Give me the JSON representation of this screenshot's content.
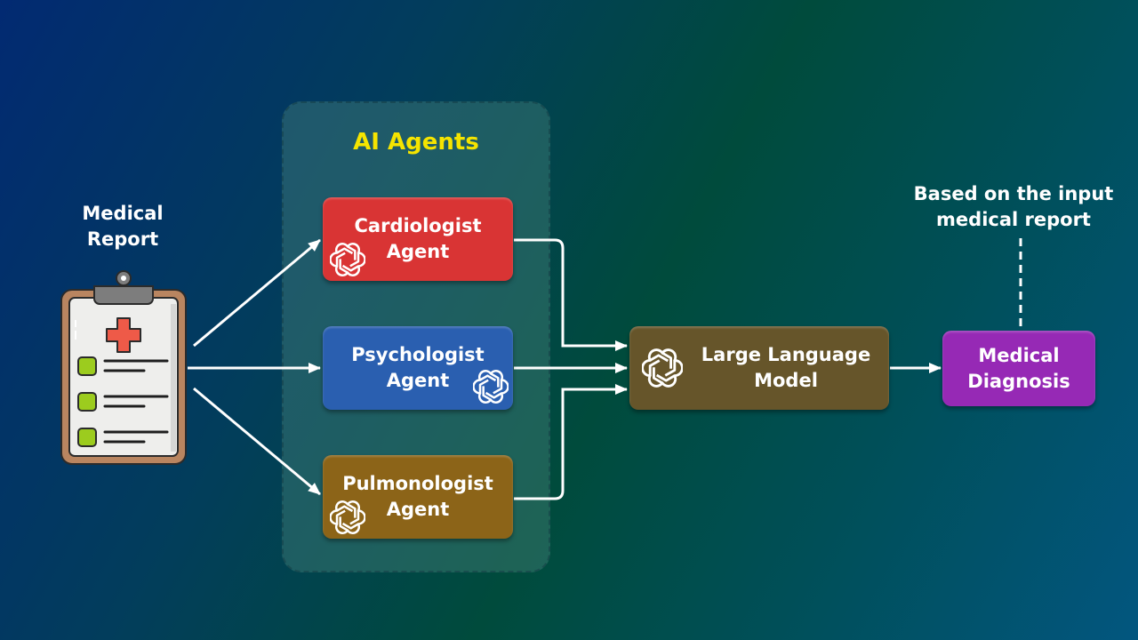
{
  "diagram": {
    "input": {
      "label": "Medical\nReport",
      "icon": "clipboard-medical-icon"
    },
    "group": {
      "title": "AI Agents"
    },
    "agents": [
      {
        "label": "Cardiologist\nAgent",
        "color": "#d93434",
        "icon": "openai-logo-icon"
      },
      {
        "label": "Psychologist\nAgent",
        "color": "#2a5fb0",
        "icon": "openai-logo-icon"
      },
      {
        "label": "Pulmonologist\nAgent",
        "color": "#8c6418",
        "icon": "openai-logo-icon"
      }
    ],
    "llm": {
      "label": "Large Language\nModel",
      "color": "#66552a",
      "icon": "openai-logo-icon"
    },
    "output": {
      "label": "Medical\nDiagnosis",
      "color": "#9629b5"
    },
    "annotation": {
      "label": "Based on the input\nmedical report"
    },
    "edges": [
      {
        "from": "Medical Report",
        "to": "Cardiologist Agent"
      },
      {
        "from": "Medical Report",
        "to": "Psychologist Agent"
      },
      {
        "from": "Medical Report",
        "to": "Pulmonologist Agent"
      },
      {
        "from": "Cardiologist Agent",
        "to": "Large Language Model"
      },
      {
        "from": "Psychologist Agent",
        "to": "Large Language Model"
      },
      {
        "from": "Pulmonologist Agent",
        "to": "Large Language Model"
      },
      {
        "from": "Large Language Model",
        "to": "Medical Diagnosis"
      },
      {
        "from": "Based on the input medical report",
        "to": "Medical Diagnosis",
        "style": "dashed"
      }
    ],
    "accent_colors": {
      "group_title": "#f5e400",
      "clipboard_frame": "#b98560",
      "clipboard_cross": "#ee5a48",
      "checkbox": "#9ccc1e"
    }
  }
}
